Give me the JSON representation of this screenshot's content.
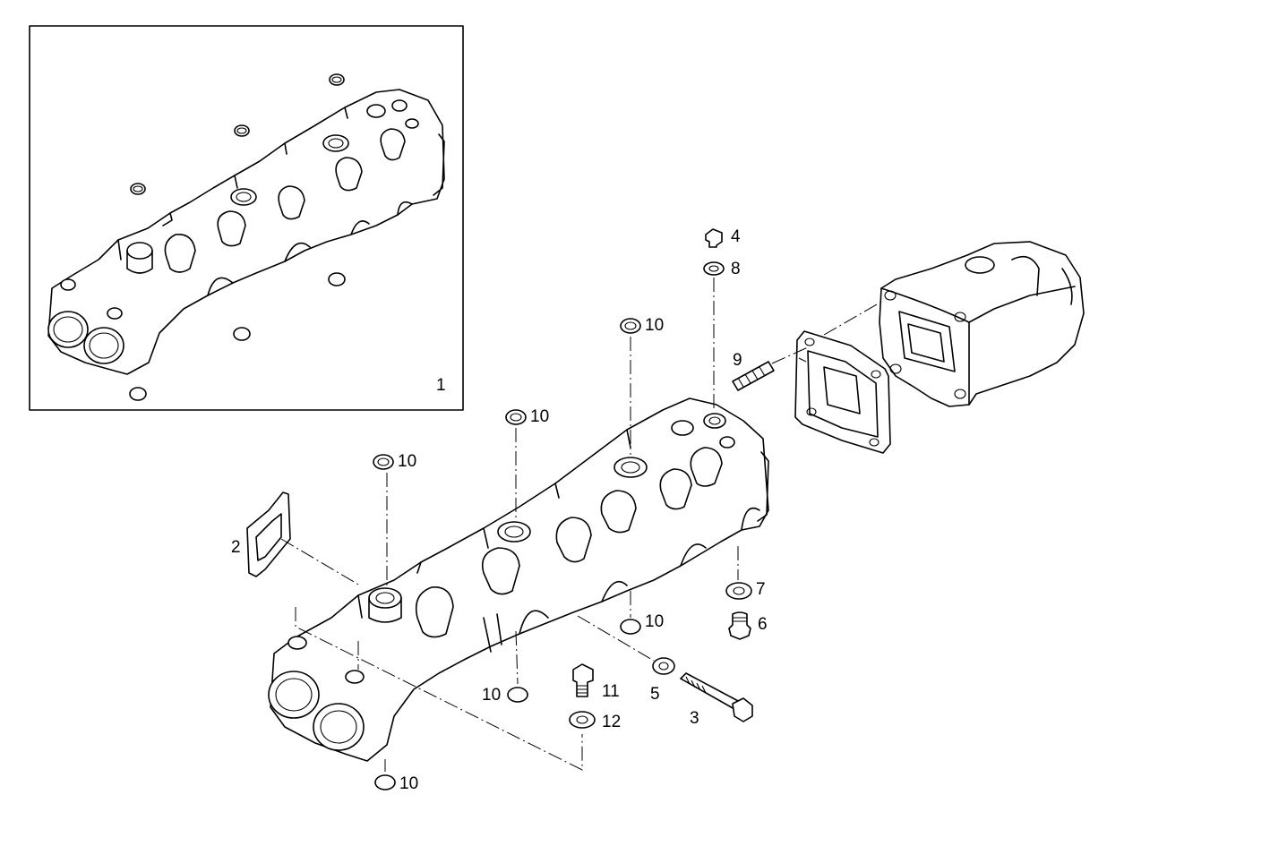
{
  "inset": {
    "callout": "1"
  },
  "callouts": [
    {
      "id": "2",
      "label": "2"
    },
    {
      "id": "3",
      "label": "3"
    },
    {
      "id": "4",
      "label": "4"
    },
    {
      "id": "5",
      "label": "5"
    },
    {
      "id": "6",
      "label": "6"
    },
    {
      "id": "7",
      "label": "7"
    },
    {
      "id": "8",
      "label": "8"
    },
    {
      "id": "9",
      "label": "9"
    },
    {
      "id": "10a",
      "label": "10"
    },
    {
      "id": "10b",
      "label": "10"
    },
    {
      "id": "10c",
      "label": "10"
    },
    {
      "id": "10d",
      "label": "10"
    },
    {
      "id": "10e",
      "label": "10"
    },
    {
      "id": "10f",
      "label": "10"
    },
    {
      "id": "11",
      "label": "11"
    },
    {
      "id": "12",
      "label": "12"
    }
  ],
  "colors": {
    "line": "#000000",
    "background": "#ffffff"
  }
}
